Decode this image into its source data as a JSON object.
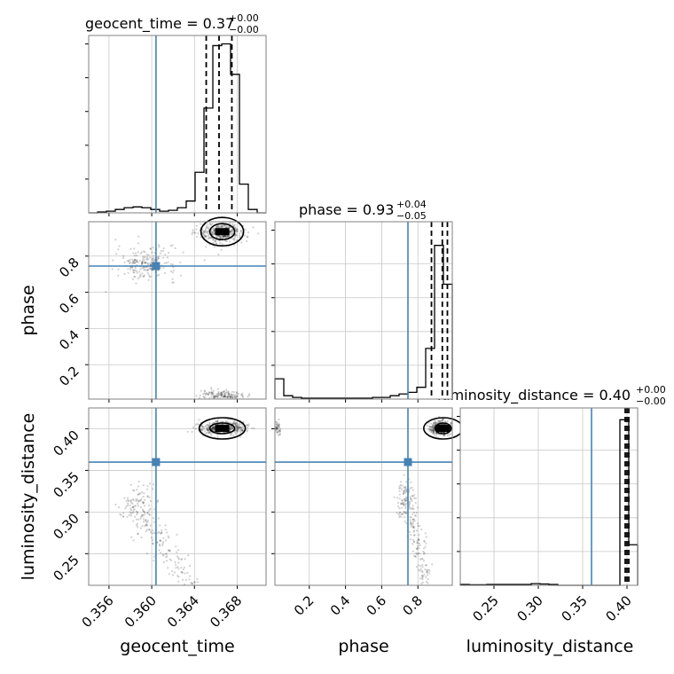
{
  "chart_data": {
    "type": "corner",
    "parameters": [
      "geocent_time",
      "phase",
      "luminosity_distance"
    ],
    "truths": {
      "geocent_time": 0.3604,
      "phase": 0.745,
      "luminosity_distance": 0.36
    },
    "marker_color": "#4682b4",
    "contour_color": "#000000",
    "grid": true,
    "panels": {
      "geocent_time": {
        "title_main": "geocent_time = 0.37",
        "title_sup": "+0.00",
        "title_sub": "−0.00",
        "xlim": [
          0.3541,
          0.3707
        ],
        "ylim": [
          0,
          1.05
        ],
        "xticks": [
          0.356,
          0.36,
          0.364,
          0.368
        ],
        "xtick_labels": [
          "0.356",
          "0.360",
          "0.364",
          "0.368"
        ],
        "median": 0.3663,
        "quantiles": [
          0.3651,
          0.3663,
          0.3675
        ],
        "hist_edges": [
          0.3541,
          0.35493,
          0.35576,
          0.35659,
          0.35742,
          0.35825,
          0.35908,
          0.35991,
          0.36074,
          0.36157,
          0.3624,
          0.36323,
          0.36406,
          0.36489,
          0.36572,
          0.36655,
          0.36738,
          0.36821,
          0.36904,
          0.36987,
          0.3707
        ],
        "hist_counts": [
          0.0,
          0.005,
          0.01,
          0.02,
          0.03,
          0.035,
          0.03,
          0.02,
          0.01,
          0.015,
          0.03,
          0.07,
          0.24,
          0.62,
          0.99,
          1.0,
          0.82,
          0.17,
          0.02,
          0.0
        ]
      },
      "phase": {
        "title_main": "phase = 0.93",
        "title_sup": "+0.04",
        "title_sub": "−0.05",
        "xlim": [
          0.01,
          0.99
        ],
        "ylim": [
          0,
          1.05
        ],
        "xticks": [
          0.2,
          0.4,
          0.6,
          0.8
        ],
        "xtick_labels": [
          "0.2",
          "0.4",
          "0.6",
          "0.8"
        ],
        "yticks": [
          0.2,
          0.4,
          0.6,
          0.8
        ],
        "ytick_labels": [
          "0.2",
          "0.4",
          "0.6",
          "0.8"
        ],
        "median": 0.935,
        "quantiles": [
          0.875,
          0.935,
          0.963
        ],
        "hist_edges": [
          0.01,
          0.059,
          0.108,
          0.157,
          0.206,
          0.255,
          0.304,
          0.353,
          0.402,
          0.451,
          0.5,
          0.549,
          0.598,
          0.647,
          0.696,
          0.745,
          0.794,
          0.843,
          0.892,
          0.941,
          0.99
        ],
        "hist_counts": [
          0.12,
          0.02,
          0.01,
          0.005,
          0.005,
          0.005,
          0.005,
          0.005,
          0.005,
          0.005,
          0.005,
          0.01,
          0.01,
          0.02,
          0.03,
          0.04,
          0.07,
          0.3,
          0.91,
          0.68
        ]
      },
      "luminosity_distance": {
        "title_main": "luminosity_distance = 0.40",
        "title_sup": "+0.00",
        "title_sub": "−0.00",
        "xlim": [
          0.212,
          0.412
        ],
        "ylim": [
          0,
          1.05
        ],
        "xticks": [
          0.25,
          0.3,
          0.35,
          0.4
        ],
        "xtick_labels": [
          "0.25",
          "0.30",
          "0.35",
          "0.40"
        ],
        "yticks": [
          0.25,
          0.3,
          0.35,
          0.4
        ],
        "ytick_labels": [
          "0.25",
          "0.30",
          "0.35",
          "0.40"
        ],
        "median": 0.4,
        "quantiles": [
          0.398,
          0.4,
          0.402
        ],
        "hist_edges": [
          0.212,
          0.222,
          0.232,
          0.242,
          0.252,
          0.262,
          0.272,
          0.282,
          0.292,
          0.302,
          0.312,
          0.322,
          0.332,
          0.342,
          0.352,
          0.362,
          0.372,
          0.382,
          0.392,
          0.402,
          0.412
        ],
        "hist_counts": [
          0.005,
          0.003,
          0.003,
          0.005,
          0.005,
          0.005,
          0.005,
          0.005,
          0.01,
          0.008,
          0.005,
          0.0,
          0.0,
          0.0,
          0.0,
          0.0,
          0.0,
          0.0,
          0.98,
          0.24
        ]
      }
    },
    "ytick_labels_phase": [
      "0.2",
      "0.4",
      "0.6",
      "0.8"
    ],
    "ytick_labels_ld": [
      "0.25",
      "0.30",
      "0.35",
      "0.40"
    ],
    "axis_labels": {
      "x": [
        "geocent_time",
        "phase",
        "luminosity_distance"
      ],
      "y": [
        "phase",
        "luminosity_distance"
      ]
    }
  }
}
